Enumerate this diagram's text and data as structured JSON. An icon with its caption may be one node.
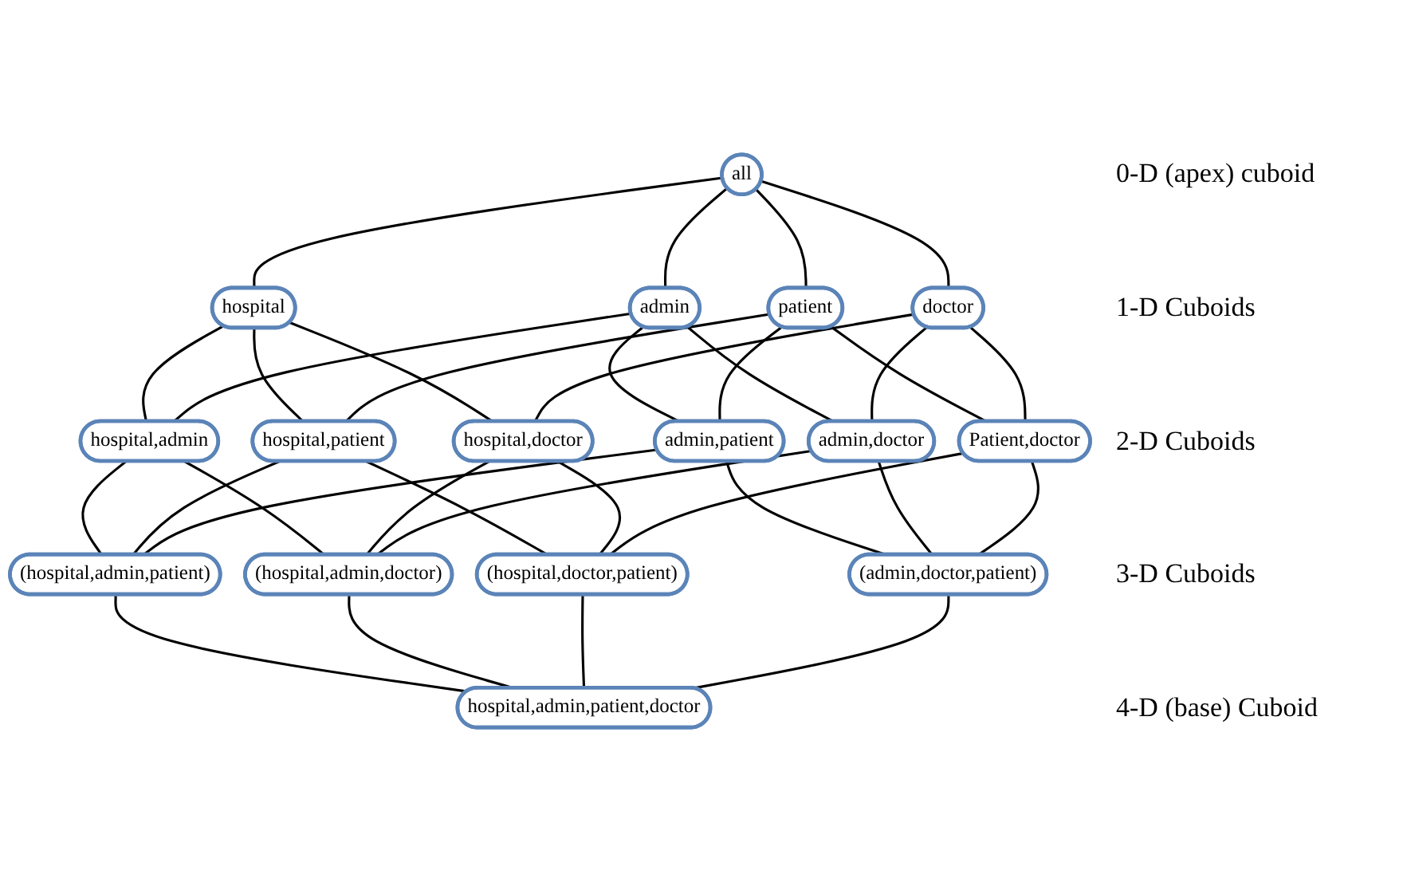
{
  "diagram": {
    "nodes": [
      {
        "text": [
          "all"
        ]
      },
      {
        "text": [
          "hospital"
        ]
      },
      {
        "text": [
          "admin"
        ]
      },
      {
        "text": [
          "patient"
        ]
      },
      {
        "text": [
          "doctor"
        ]
      },
      {
        "text": [
          "hospital,admin"
        ]
      },
      {
        "text": [
          "hospital,patient"
        ]
      },
      {
        "text": [
          "hospital,doctor"
        ]
      },
      {
        "text": [
          "admin,patient"
        ]
      },
      {
        "text": [
          "admin,doctor"
        ]
      },
      {
        "text": [
          "Patient,doctor"
        ]
      },
      {
        "text": [
          "(hospital,admin,patient)"
        ]
      },
      {
        "text": [
          "(hospital,admin,doctor)"
        ]
      },
      {
        "text": [
          "(hospital,doctor,patient)"
        ]
      },
      {
        "text": [
          "(admin,doctor,patient)"
        ]
      },
      {
        "text": [
          "hospital,admin,patient,doctor"
        ]
      }
    ],
    "edges": [
      {
        "from": 0,
        "to": 1,
        "arrow": "none"
      },
      {
        "from": 0,
        "to": 2,
        "arrow": "none"
      },
      {
        "from": 0,
        "to": 3,
        "arrow": "none"
      },
      {
        "from": 0,
        "to": 4,
        "arrow": "none"
      },
      {
        "from": 1,
        "to": 5,
        "arrow": "none"
      },
      {
        "from": 1,
        "to": 6,
        "arrow": "none"
      },
      {
        "from": 1,
        "to": 7,
        "arrow": "none"
      },
      {
        "from": 2,
        "to": 5,
        "arrow": "none"
      },
      {
        "from": 2,
        "to": 8,
        "arrow": "none"
      },
      {
        "from": 2,
        "to": 9,
        "arrow": "none"
      },
      {
        "from": 3,
        "to": 6,
        "arrow": "none"
      },
      {
        "from": 3,
        "to": 8,
        "arrow": "none"
      },
      {
        "from": 3,
        "to": 10,
        "arrow": "none"
      },
      {
        "from": 4,
        "to": 7,
        "arrow": "none"
      },
      {
        "from": 4,
        "to": 9,
        "arrow": "none"
      },
      {
        "from": 4,
        "to": 10,
        "arrow": "none"
      },
      {
        "from": 5,
        "to": 11,
        "arrow": "none"
      },
      {
        "from": 5,
        "to": 12,
        "arrow": "none"
      },
      {
        "from": 6,
        "to": 11,
        "arrow": "none"
      },
      {
        "from": 6,
        "to": 13,
        "arrow": "none"
      },
      {
        "from": 7,
        "to": 12,
        "arrow": "none"
      },
      {
        "from": 7,
        "to": 13,
        "arrow": "none"
      },
      {
        "from": 8,
        "to": 11,
        "arrow": "none"
      },
      {
        "from": 8,
        "to": 14,
        "arrow": "none"
      },
      {
        "from": 9,
        "to": 12,
        "arrow": "none"
      },
      {
        "from": 9,
        "to": 14,
        "arrow": "none"
      },
      {
        "from": 10,
        "to": 13,
        "arrow": "none"
      },
      {
        "from": 10,
        "to": 14,
        "arrow": "none"
      },
      {
        "from": 11,
        "to": 15,
        "arrow": "none"
      },
      {
        "from": 12,
        "to": 15,
        "arrow": "none"
      },
      {
        "from": 13,
        "to": 15,
        "arrow": "none"
      },
      {
        "from": 14,
        "to": 15,
        "arrow": "none"
      }
    ],
    "labels": [
      "0-D (apex) cuboid",
      "1-D Cuboids",
      "2-D Cuboids",
      "3-D Cuboids",
      "4-D (base) Cuboid"
    ]
  }
}
